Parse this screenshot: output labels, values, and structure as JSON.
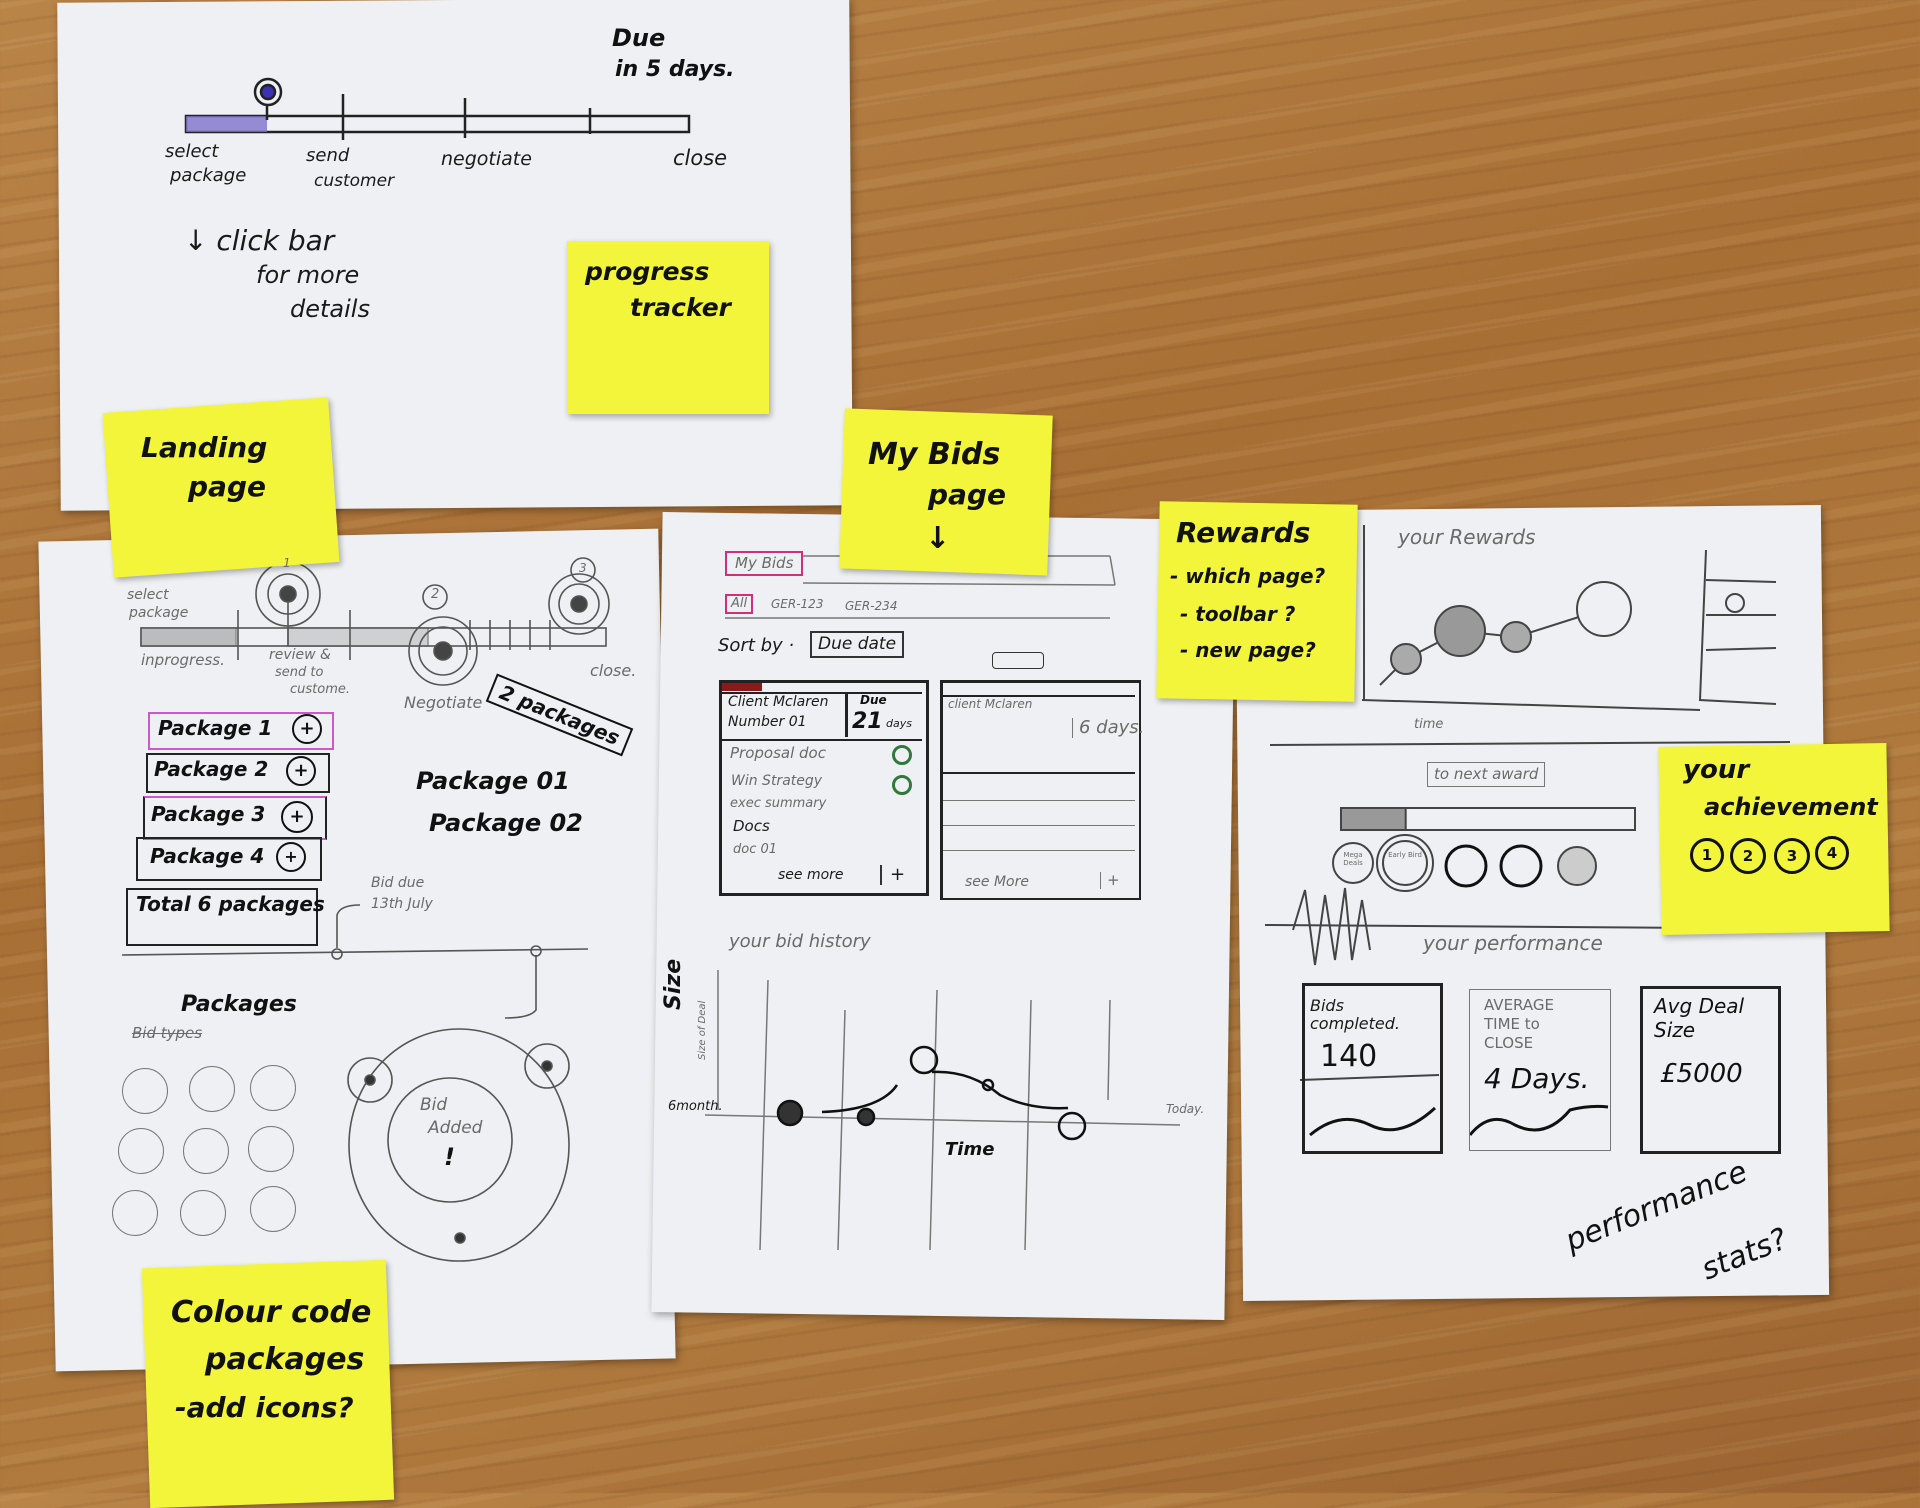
{
  "progress_tracker_sheet": {
    "due": "Due",
    "due_in": "in 5 days.",
    "stages": [
      "select",
      "package",
      "send",
      "customer",
      "negotiate",
      "close"
    ],
    "note_line1": "↓ click bar",
    "note_line2": "for more",
    "note_line3": "details"
  },
  "sticky_progress": {
    "line1": "progress",
    "line2": "tracker"
  },
  "sticky_landing": {
    "line1": "Landing",
    "line2": "page"
  },
  "sticky_mybids": {
    "line1": "My Bids",
    "line2": "page",
    "arrow": "↓"
  },
  "sticky_rewards": {
    "title": "Rewards",
    "q1": "- which page?",
    "q2": "- toolbar ?",
    "q3": "- new page?"
  },
  "sticky_achievement": {
    "line1": "your",
    "line2": "achievement",
    "badges": [
      "1",
      "2",
      "3",
      "4"
    ]
  },
  "sticky_colour": {
    "line1": "Colour code",
    "line2": "packages",
    "line3": "-add icons?"
  },
  "landing_sheet": {
    "timeline_labels": {
      "select": "select",
      "package": "package",
      "in_progress": "inprogress.",
      "review": "review &",
      "send": "send to",
      "customer": "custome.",
      "negotiate": "Negotiate",
      "close": "close."
    },
    "markers": [
      "1",
      "2",
      "3"
    ],
    "packages": [
      "Package 1",
      "Package 2",
      "Package 3",
      "Package 4"
    ],
    "package_buttons": [
      "+",
      "+",
      "+",
      "+"
    ],
    "total": "Total  6 packages",
    "tag": "2 packages",
    "selected": [
      "Package 01",
      "Package 02"
    ],
    "bid_due": "Bid due",
    "bid_due_date": "13th July",
    "packages_heading": "Packages",
    "struck_heading": "Bid types",
    "bid_added_1": "Bid",
    "bid_added_2": "Added",
    "bid_added_3": "!"
  },
  "mybids_sheet": {
    "title": "My Bids",
    "tabs": [
      "All",
      "GER-123",
      "GER-234"
    ],
    "sort_label": "Sort by ·",
    "sort_value": "Due date",
    "card1": {
      "client": "Client Mclaren",
      "number": "Number 01",
      "due_label": "Due",
      "due_value": "21",
      "due_unit": "days",
      "items": [
        "Proposal doc",
        "Win Strategy",
        "exec summary"
      ],
      "docs_label": "Docs",
      "doc": "doc 01",
      "see_more": "see more",
      "add": "+"
    },
    "card2": {
      "client": "client Mclaren",
      "days": "6 days.",
      "see_more": "see   More",
      "add": "+"
    },
    "history_title": "your  bid  history",
    "y_label": "Size",
    "y_sub": "Size of Deal",
    "x_start": "6month.",
    "x_end": "Today.",
    "x_label": "Time"
  },
  "rewards_sheet": {
    "title": "your  Rewards",
    "x_label": "time",
    "next_award": "to next award",
    "progress_fraction": 0.22,
    "badges": [
      "Mega Deals",
      "Early Bird",
      "",
      "",
      ""
    ],
    "performance_title": "your  performance",
    "cards": [
      {
        "label": "Bids completed.",
        "value": "140"
      },
      {
        "label": "AVERAGE TIME to CLOSE",
        "value": "4 Days."
      },
      {
        "label": "Avg Deal Size",
        "value": "£5000"
      }
    ],
    "question_1": "performance",
    "question_2": "stats?"
  },
  "colors": {
    "sticky": "#f2f53a",
    "paper": "#eef0f3",
    "pink": "#d0307a",
    "green": "#2f7a3a",
    "purple": "#6a5acd"
  }
}
